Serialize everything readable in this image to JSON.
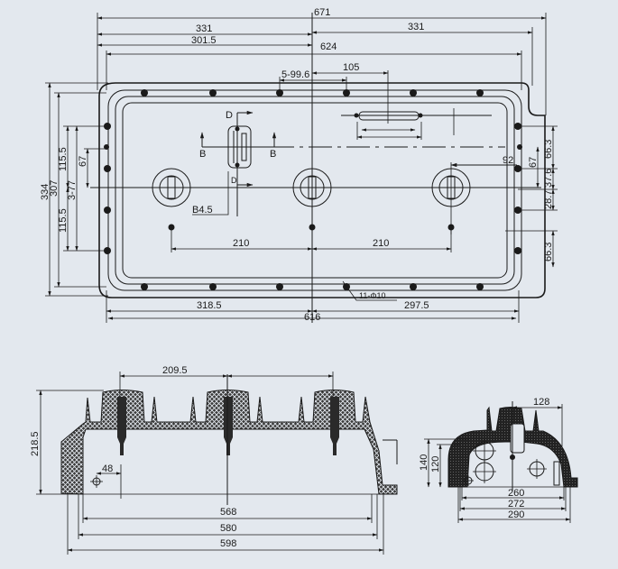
{
  "top_view": {
    "dims": {
      "d671": "671",
      "d331_left": "331",
      "d331_right": "331",
      "d301_5": "301.5",
      "d624": "624",
      "d105": "105",
      "d5_99_6": "5-99.6",
      "d210_left": "210",
      "d210_right": "210",
      "d318_5": "318.5",
      "d297_5": "297.5",
      "d616": "616",
      "d11_phi10": "11-Φ10",
      "d334": "334",
      "d307": "307",
      "d115_5_top": "115.5",
      "d115_5_bottom": "115.5",
      "d3_77": "3-77",
      "d67_left": "67",
      "d66_3_top": "66.3",
      "d37_6": "37.6",
      "d28_7": "28.7",
      "d66_3_bottom": "66.3",
      "d67_right": "67",
      "d92": "92",
      "b4_5": "B4.5"
    },
    "section_marks": {
      "d_top": "D",
      "d_bottom": "D",
      "b_left": "B",
      "b_right": "B"
    }
  },
  "front_view": {
    "dims": {
      "d209_5": "209.5",
      "d218_5": "218.5",
      "d48": "48",
      "d568": "568",
      "d580": "580",
      "d598": "598"
    }
  },
  "side_view": {
    "dims": {
      "d128": "128",
      "d140": "140",
      "d120": "120",
      "d260": "260",
      "d272": "272",
      "d290": "290"
    }
  },
  "colors": {
    "background": "#e3e8ee",
    "ink": "#1a1a1a"
  }
}
